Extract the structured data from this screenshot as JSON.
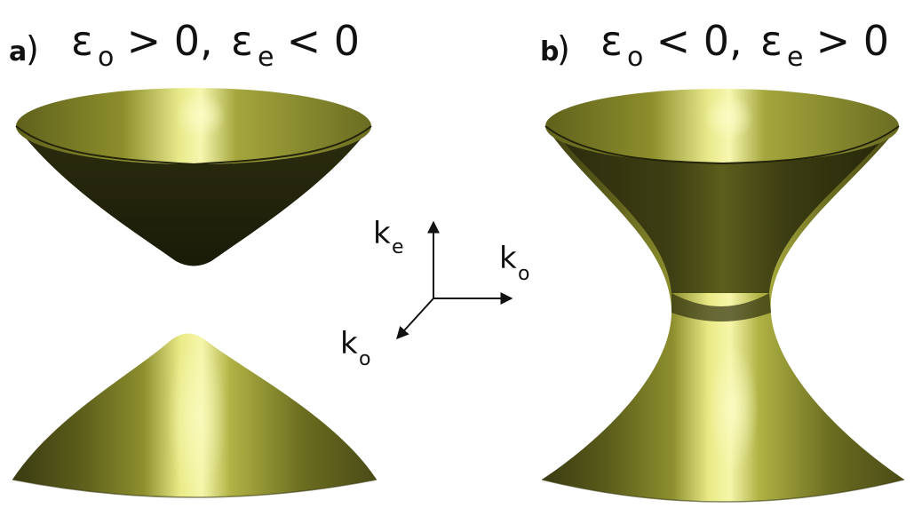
{
  "panel_a": {
    "letter": "a",
    "paren": ")",
    "cond1_sym": "ε",
    "cond1_sub": "o",
    "cond1_rel": " > 0, ",
    "cond2_sym": "ε",
    "cond2_sub": "e",
    "cond2_rel": " < 0"
  },
  "panel_b": {
    "letter": "b",
    "paren": ")",
    "cond1_sym": "ε",
    "cond1_sub": "o",
    "cond1_rel": " < 0, ",
    "cond2_sym": "ε",
    "cond2_sub": "e",
    "cond2_rel": " > 0"
  },
  "axes": {
    "up_main": "k",
    "up_sub": "e",
    "right_main": "k",
    "right_sub": "o",
    "diag_main": "k",
    "diag_sub": "o"
  },
  "colors": {
    "surface_dark": "#1e200b",
    "surface_mid": "#6e7020",
    "surface_light": "#f4f49c"
  }
}
